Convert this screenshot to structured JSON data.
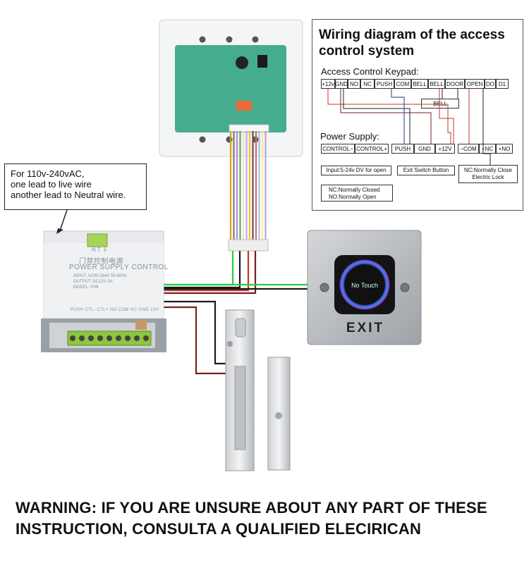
{
  "diagram": {
    "title_line1": "Wiring diagram of the access",
    "title_line2": "control system",
    "keypad_heading": "Access Control Keypad:",
    "keypad_terminals": [
      "+12v",
      "GND",
      "NO",
      "NC",
      "PUSH",
      "COM",
      "BELL",
      "BELL",
      "DOOR",
      "OPEN",
      "DO",
      "D1"
    ],
    "bell_label": "BELL",
    "power_heading": "Power Supply:",
    "power_terminals": [
      "CONTROL−",
      "CONTROL+",
      "PUSH",
      "GND",
      "+12V",
      "−COM",
      "+NC",
      "+NO"
    ],
    "input_note": "Input:5-24v  DV for open",
    "exit_note": "Exit Switch Button",
    "nc_note_line1": "NC:Normally Close",
    "nc_note_line2": "Electric Lock",
    "legend_line1": "NC:Normally Closed",
    "legend_line2": "NO:Normally Open",
    "wire_colors": {
      "red": "#c0392b",
      "black": "#222222",
      "blue": "#1f3a93",
      "dark_red": "#7b1e1e"
    }
  },
  "callout": {
    "line1": "For 110v-240vAC,",
    "line2": "one lead to live wire",
    "line3": "another lead to Neutral wire."
  },
  "power_supply": {
    "indicator": "N  T  ⏚",
    "chinese_title": "门禁控制电源",
    "english_title": "POWER SUPPLY CONTROL",
    "spec_input": "INPUT: AC90-264V  50-60Hz",
    "spec_output": "OUTPUT: DC12V 3A",
    "spec_model": "MODEL: P08",
    "terminal_labels": "PUSH CTL- CTL+ NO COM NC GND 12V",
    "case_color": "#e9ebee",
    "terminal_block_color": "#8dc63f"
  },
  "exit_button": {
    "sensor_text": "No Touch",
    "label": "EXIT",
    "ring_color": "#4a6cf7"
  },
  "keypad_device": {
    "board_color": "#3fae8f"
  },
  "warning": {
    "line1": "WARNING: IF YOU ARE UNSURE ABOUT ANY PART OF THESE",
    "line2": "INSTRUCTION, CONSULTA A QUALIFIED ELECIRICAN"
  },
  "wiring_colors": {
    "green": "#2ecc40",
    "black": "#1a1a1a",
    "red": "#c0392b",
    "dark_red": "#7b1e1e",
    "ribbon": [
      "#d9a300",
      "#7a7a7a",
      "#b08fd0",
      "#6aa84f",
      "#e0e0e0",
      "#c9a6e4",
      "#f1c232",
      "#555555",
      "#e06666",
      "#9fc5e8",
      "#ffe599",
      "#b4a7d6"
    ]
  }
}
